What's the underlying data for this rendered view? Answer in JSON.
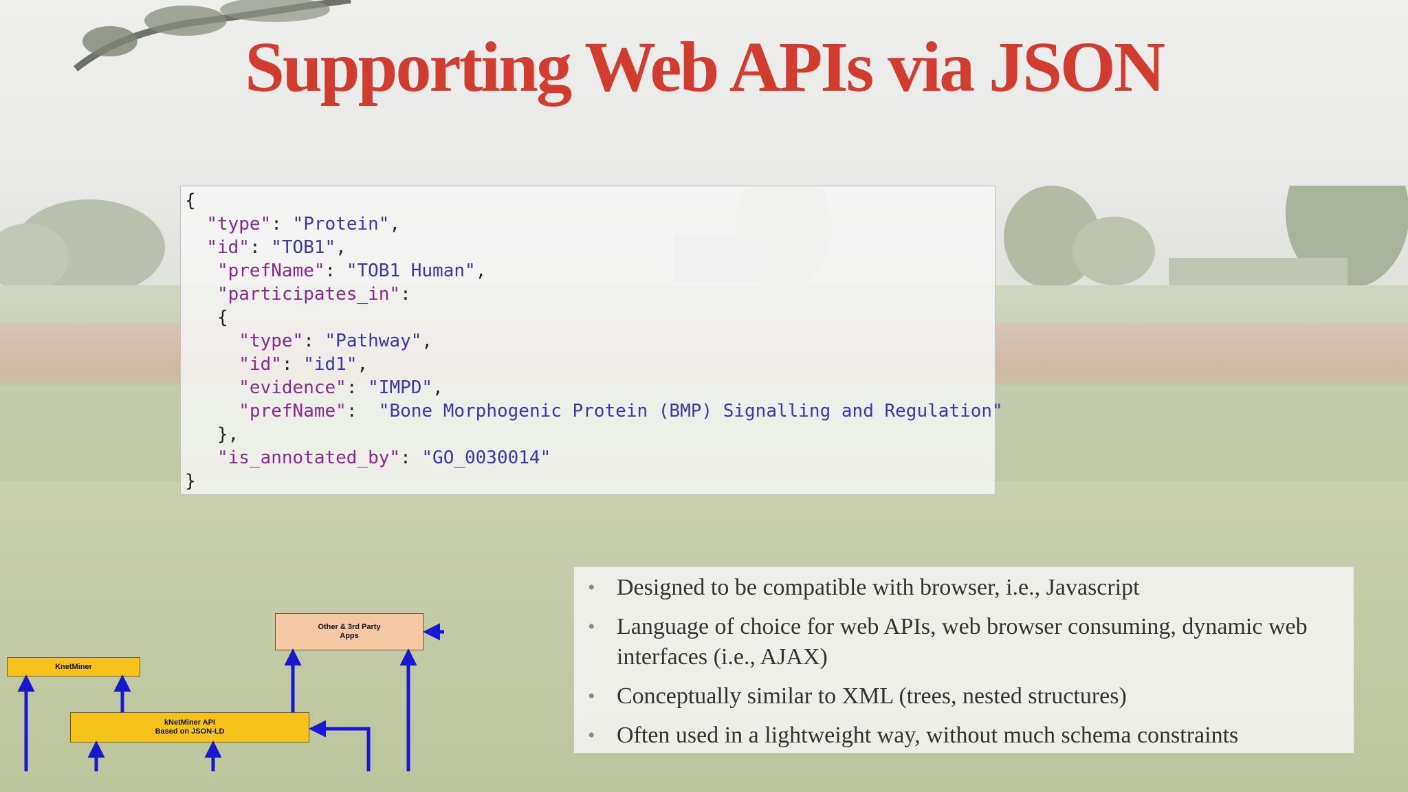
{
  "title": "Supporting Web APIs via JSON",
  "code_lines": [
    [
      {
        "t": "p",
        "v": "{"
      }
    ],
    [
      {
        "t": "p",
        "v": "  "
      },
      {
        "t": "k",
        "v": "\"type\""
      },
      {
        "t": "p",
        "v": ": "
      },
      {
        "t": "s",
        "v": "\"Protein\""
      },
      {
        "t": "p",
        "v": ","
      }
    ],
    [
      {
        "t": "p",
        "v": "  "
      },
      {
        "t": "k",
        "v": "\"id\""
      },
      {
        "t": "p",
        "v": ": "
      },
      {
        "t": "s",
        "v": "\"TOB1\""
      },
      {
        "t": "p",
        "v": ","
      }
    ],
    [
      {
        "t": "p",
        "v": "   "
      },
      {
        "t": "k",
        "v": "\"prefName\""
      },
      {
        "t": "p",
        "v": ": "
      },
      {
        "t": "s",
        "v": "\"TOB1 Human\""
      },
      {
        "t": "p",
        "v": ","
      }
    ],
    [
      {
        "t": "p",
        "v": "   "
      },
      {
        "t": "k",
        "v": "\"participates_in\""
      },
      {
        "t": "p",
        "v": ":"
      }
    ],
    [
      {
        "t": "p",
        "v": "   {"
      }
    ],
    [
      {
        "t": "p",
        "v": "     "
      },
      {
        "t": "k",
        "v": "\"type\""
      },
      {
        "t": "p",
        "v": ": "
      },
      {
        "t": "s",
        "v": "\"Pathway\""
      },
      {
        "t": "p",
        "v": ","
      }
    ],
    [
      {
        "t": "p",
        "v": "     "
      },
      {
        "t": "k",
        "v": "\"id\""
      },
      {
        "t": "p",
        "v": ": "
      },
      {
        "t": "s",
        "v": "\"id1\""
      },
      {
        "t": "p",
        "v": ","
      }
    ],
    [
      {
        "t": "p",
        "v": "     "
      },
      {
        "t": "k",
        "v": "\"evidence\""
      },
      {
        "t": "p",
        "v": ": "
      },
      {
        "t": "s",
        "v": "\"IMPD\""
      },
      {
        "t": "p",
        "v": ","
      }
    ],
    [
      {
        "t": "p",
        "v": "     "
      },
      {
        "t": "k",
        "v": "\"prefName\""
      },
      {
        "t": "p",
        "v": ":  "
      },
      {
        "t": "s",
        "v": "\"Bone Morphogenic Protein (BMP) Signalling and Regulation\""
      }
    ],
    [
      {
        "t": "p",
        "v": "   },"
      }
    ],
    [
      {
        "t": "p",
        "v": "   "
      },
      {
        "t": "k",
        "v": "\"is_annotated_by\""
      },
      {
        "t": "p",
        "v": ": "
      },
      {
        "t": "s",
        "v": "\"GO_0030014\""
      }
    ],
    [
      {
        "t": "p",
        "v": "}"
      }
    ]
  ],
  "bullets": [
    "Designed to be compatible with browser, i.e., Javascript",
    "Language of choice for web APIs, web browser consuming, dynamic web interfaces (i.e., AJAX)",
    "Conceptually similar to XML (trees, nested structures)",
    "Often used in a lightweight way, without much schema constraints"
  ],
  "diagram": {
    "knetminer": "KnetMiner",
    "api_line1": "kNetMiner API",
    "api_line2": "Based on JSON-LD",
    "apps_line1": "Other & 3rd Party",
    "apps_line2": "Apps"
  },
  "colors": {
    "title": "#d23c2e",
    "json_key": "#8c2a8c",
    "json_string": "#3a36b4",
    "box_yellow": "#f7c21a",
    "box_peach": "#f5c7a3",
    "arrow_blue": "#1717d4"
  }
}
